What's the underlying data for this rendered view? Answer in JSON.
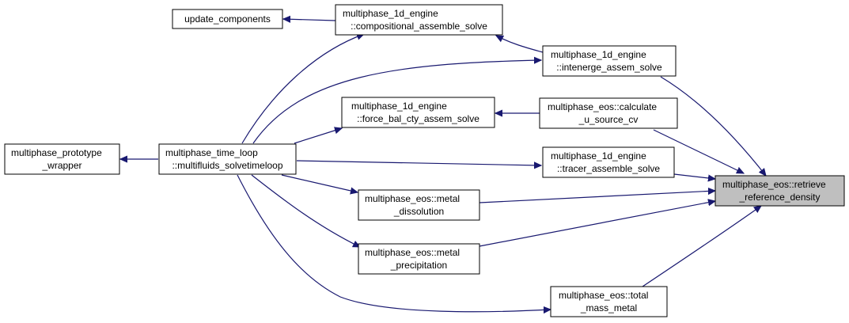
{
  "nodes": {
    "update_components": {
      "lines": [
        "update_components"
      ]
    },
    "compositional_assemble_solve": {
      "lines": [
        "multiphase_1d_engine",
        "::compositional_assemble_solve"
      ]
    },
    "multiphase_prototype_wrapper": {
      "lines": [
        "multiphase_prototype",
        "_wrapper"
      ]
    },
    "multifluids_solvetimeloop": {
      "lines": [
        "multiphase_time_loop",
        "::multifluids_solvetimeloop"
      ]
    },
    "force_bal_cty_assem_solve": {
      "lines": [
        "multiphase_1d_engine",
        "::force_bal_cty_assem_solve"
      ]
    },
    "metal_dissolution": {
      "lines": [
        "multiphase_eos::metal",
        "_dissolution"
      ]
    },
    "metal_precipitation": {
      "lines": [
        "multiphase_eos::metal",
        "_precipitation"
      ]
    },
    "intenerge_assem_solve": {
      "lines": [
        "multiphase_1d_engine",
        "::intenerge_assem_solve"
      ]
    },
    "calculate_u_source_cv": {
      "lines": [
        "multiphase_eos::calculate",
        "_u_source_cv"
      ]
    },
    "tracer_assemble_solve": {
      "lines": [
        "multiphase_1d_engine",
        "::tracer_assemble_solve"
      ]
    },
    "total_mass_metal": {
      "lines": [
        "multiphase_eos::total",
        "_mass_metal"
      ]
    },
    "retrieve_reference_density": {
      "lines": [
        "multiphase_eos::retrieve",
        "_reference_density"
      ],
      "highlighted": true
    }
  },
  "colors": {
    "edge": "#191970",
    "highlight_fill": "#bfbfbf",
    "box_stroke": "#000000"
  }
}
